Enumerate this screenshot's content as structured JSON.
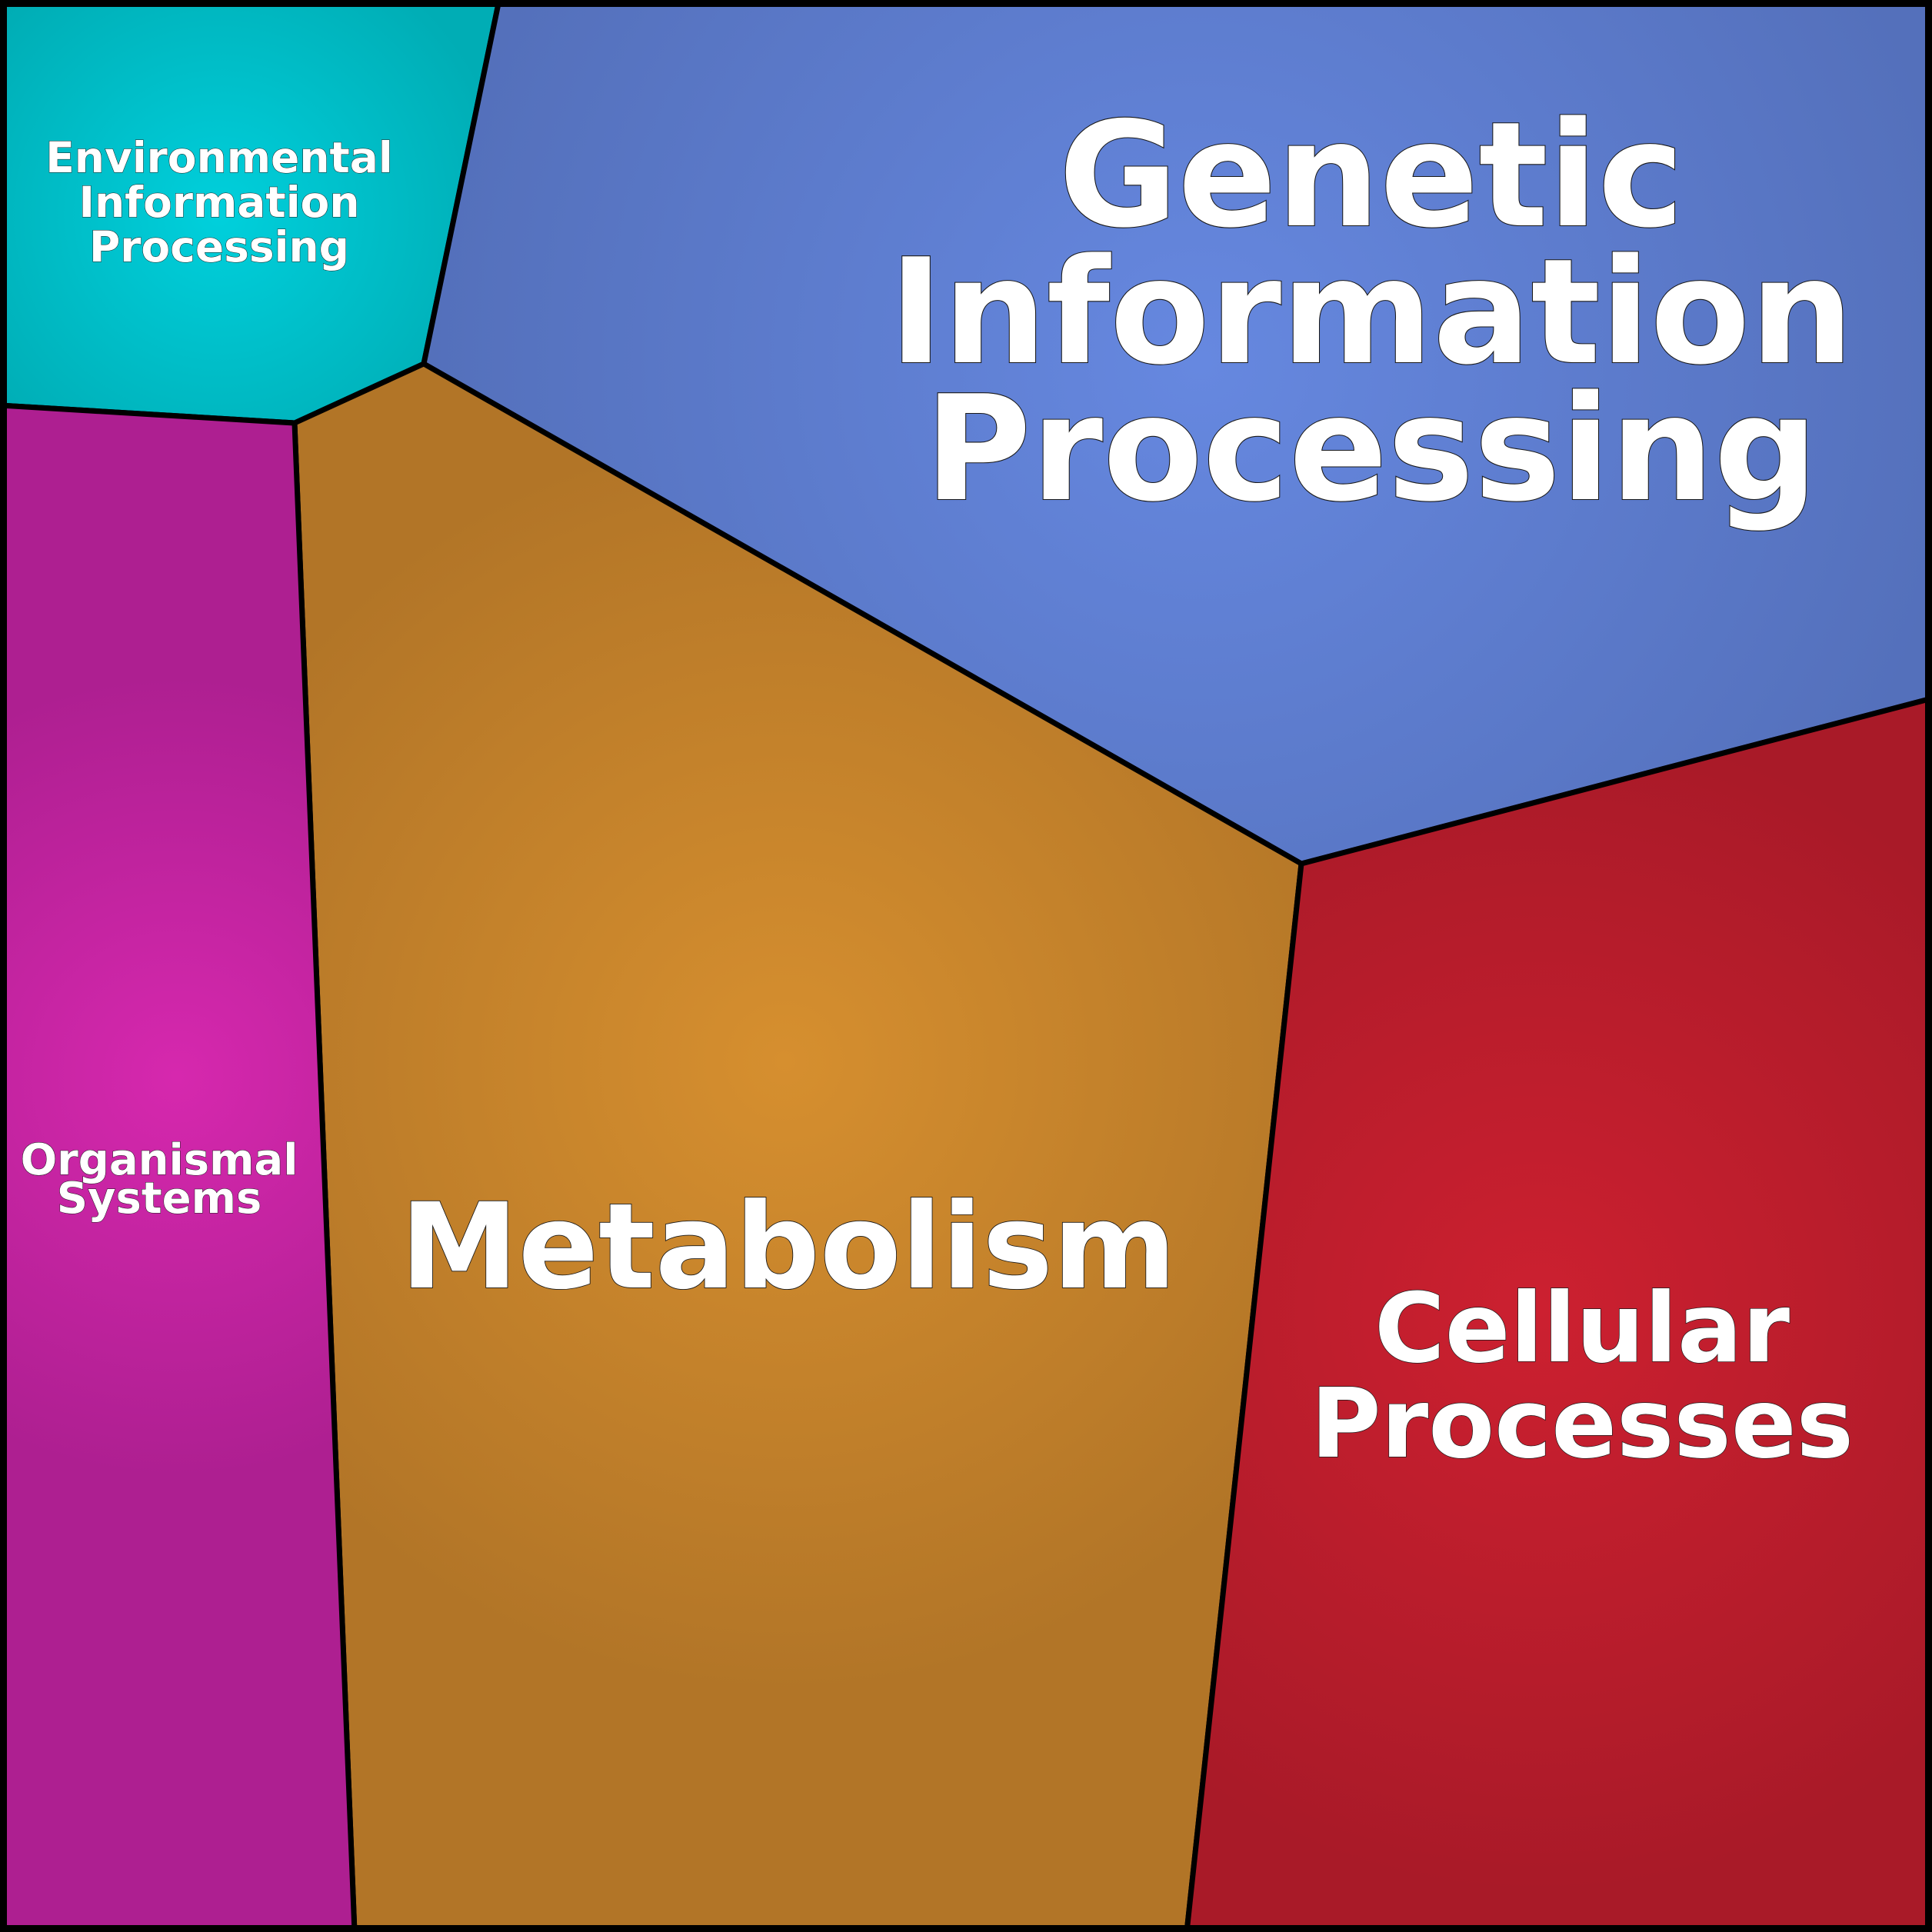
{
  "diagram": {
    "type": "voronoi-treemap",
    "regions": [
      {
        "id": "environmental",
        "label_lines": [
          "Environmental",
          "Information",
          "Processing"
        ],
        "color_center": "#00d0dc",
        "color_edge": "#00adb5"
      },
      {
        "id": "genetic",
        "label_lines": [
          "Genetic",
          "Information",
          "Processing"
        ],
        "color_center": "#6688e0",
        "color_edge": "#5470bb"
      },
      {
        "id": "metabolism",
        "label_lines": [
          "Metabolism"
        ],
        "color_center": "#d68f2f",
        "color_edge": "#b27527"
      },
      {
        "id": "organismal",
        "label_lines": [
          "Organismal",
          "Systems"
        ],
        "color_center": "#d628ae",
        "color_edge": "#ae1f91"
      },
      {
        "id": "cellular",
        "label_lines": [
          "Cellular",
          "Processes"
        ],
        "color_center": "#cc2030",
        "color_edge": "#a91a28"
      }
    ],
    "border_color": "#000000",
    "label_color": "#ffffff"
  }
}
